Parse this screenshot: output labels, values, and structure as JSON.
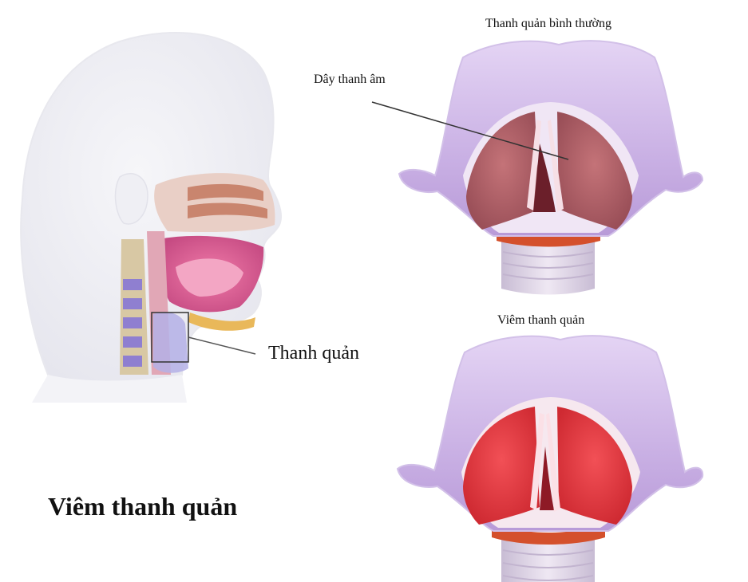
{
  "labels": {
    "normal_title": "Thanh quản bình thường",
    "vocal_cords": "Dây thanh âm",
    "larynx": "Thanh quản",
    "inflamed_title": "Viêm thanh quản",
    "main_title": "Viêm thanh quản"
  },
  "colors": {
    "background": "#ffffff",
    "head_outline": "#ececf2",
    "tissue_lilac": "#cdb6e6",
    "vocal_normal": "#b5646a",
    "vocal_inflamed": "#e23c42",
    "trachea": "#e0d6e6",
    "cartilage_ring": "#d4502c"
  }
}
